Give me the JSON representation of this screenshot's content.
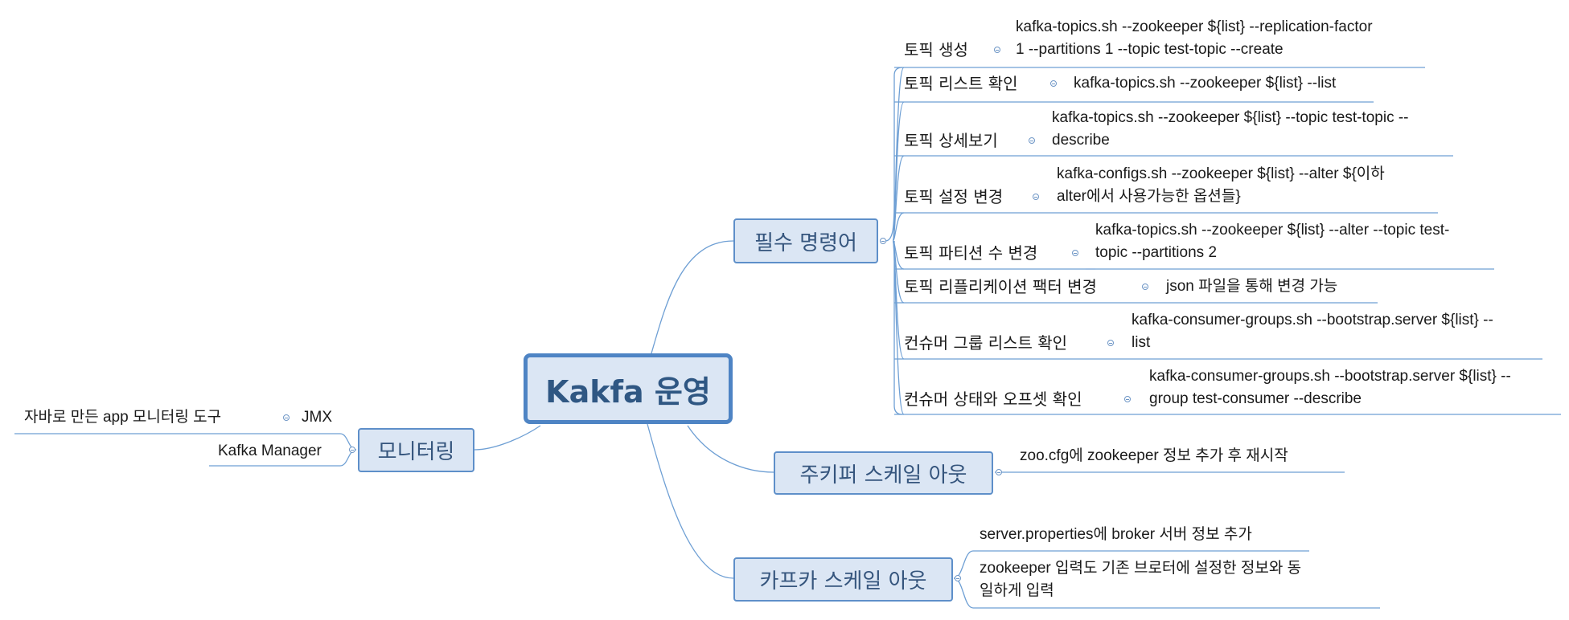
{
  "root": {
    "label": "Kakfa 운영"
  },
  "branches": {
    "commands": {
      "label": "필수 명령어",
      "items": [
        {
          "label": "토픽 생성",
          "detail": [
            "kafka-topics.sh --zookeeper ${list} --replication-factor",
            "1 --partitions 1 --topic test-topic --create"
          ]
        },
        {
          "label": "토픽 리스트 확인",
          "detail": [
            "kafka-topics.sh --zookeeper ${list} --list"
          ]
        },
        {
          "label": "토픽 상세보기",
          "detail": [
            "kafka-topics.sh --zookeeper ${list} --topic test-topic --",
            "describe"
          ]
        },
        {
          "label": "토픽 설정 변경",
          "detail": [
            "kafka-configs.sh --zookeeper ${list} --alter ${이하",
            "alter에서 사용가능한 옵션들}"
          ]
        },
        {
          "label": "토픽 파티션 수 변경",
          "detail": [
            "kafka-topics.sh --zookeeper ${list} --alter --topic test-",
            "topic --partitions 2"
          ]
        },
        {
          "label": "토픽 리플리케이션 팩터 변경",
          "detail": [
            "json 파일을 통해 변경 가능"
          ]
        },
        {
          "label": "컨슈머 그룹 리스트 확인",
          "detail": [
            "kafka-consumer-groups.sh --bootstrap.server ${list} --",
            "list"
          ]
        },
        {
          "label": "컨슈머 상태와 오프셋 확인",
          "detail": [
            "kafka-consumer-groups.sh --bootstrap.server ${list} --",
            "group test-consumer --describe"
          ]
        }
      ]
    },
    "zookeeper_scale": {
      "label": "주키퍼 스케일 아웃",
      "items": [
        {
          "detail": [
            "zoo.cfg에 zookeeper 정보 추가 후 재시작"
          ]
        }
      ]
    },
    "kafka_scale": {
      "label": "카프카 스케일 아웃",
      "items": [
        {
          "detail": [
            "server.properties에 broker 서버 정보 추가"
          ]
        },
        {
          "detail": [
            "zookeeper 입력도 기존 브로터에 설정한 정보와 동",
            "일하게 입력"
          ]
        }
      ]
    },
    "monitoring": {
      "label": "모니터링",
      "items": [
        {
          "label": "JMX",
          "detail": [
            "자바로 만든 app 모니터링 도구"
          ]
        },
        {
          "label": "Kafka Manager"
        }
      ]
    }
  },
  "colors": {
    "line": "#6e9fd4",
    "node_fill": "#dbe6f4",
    "node_border": "#5e8fc9",
    "text": "#35557d"
  }
}
